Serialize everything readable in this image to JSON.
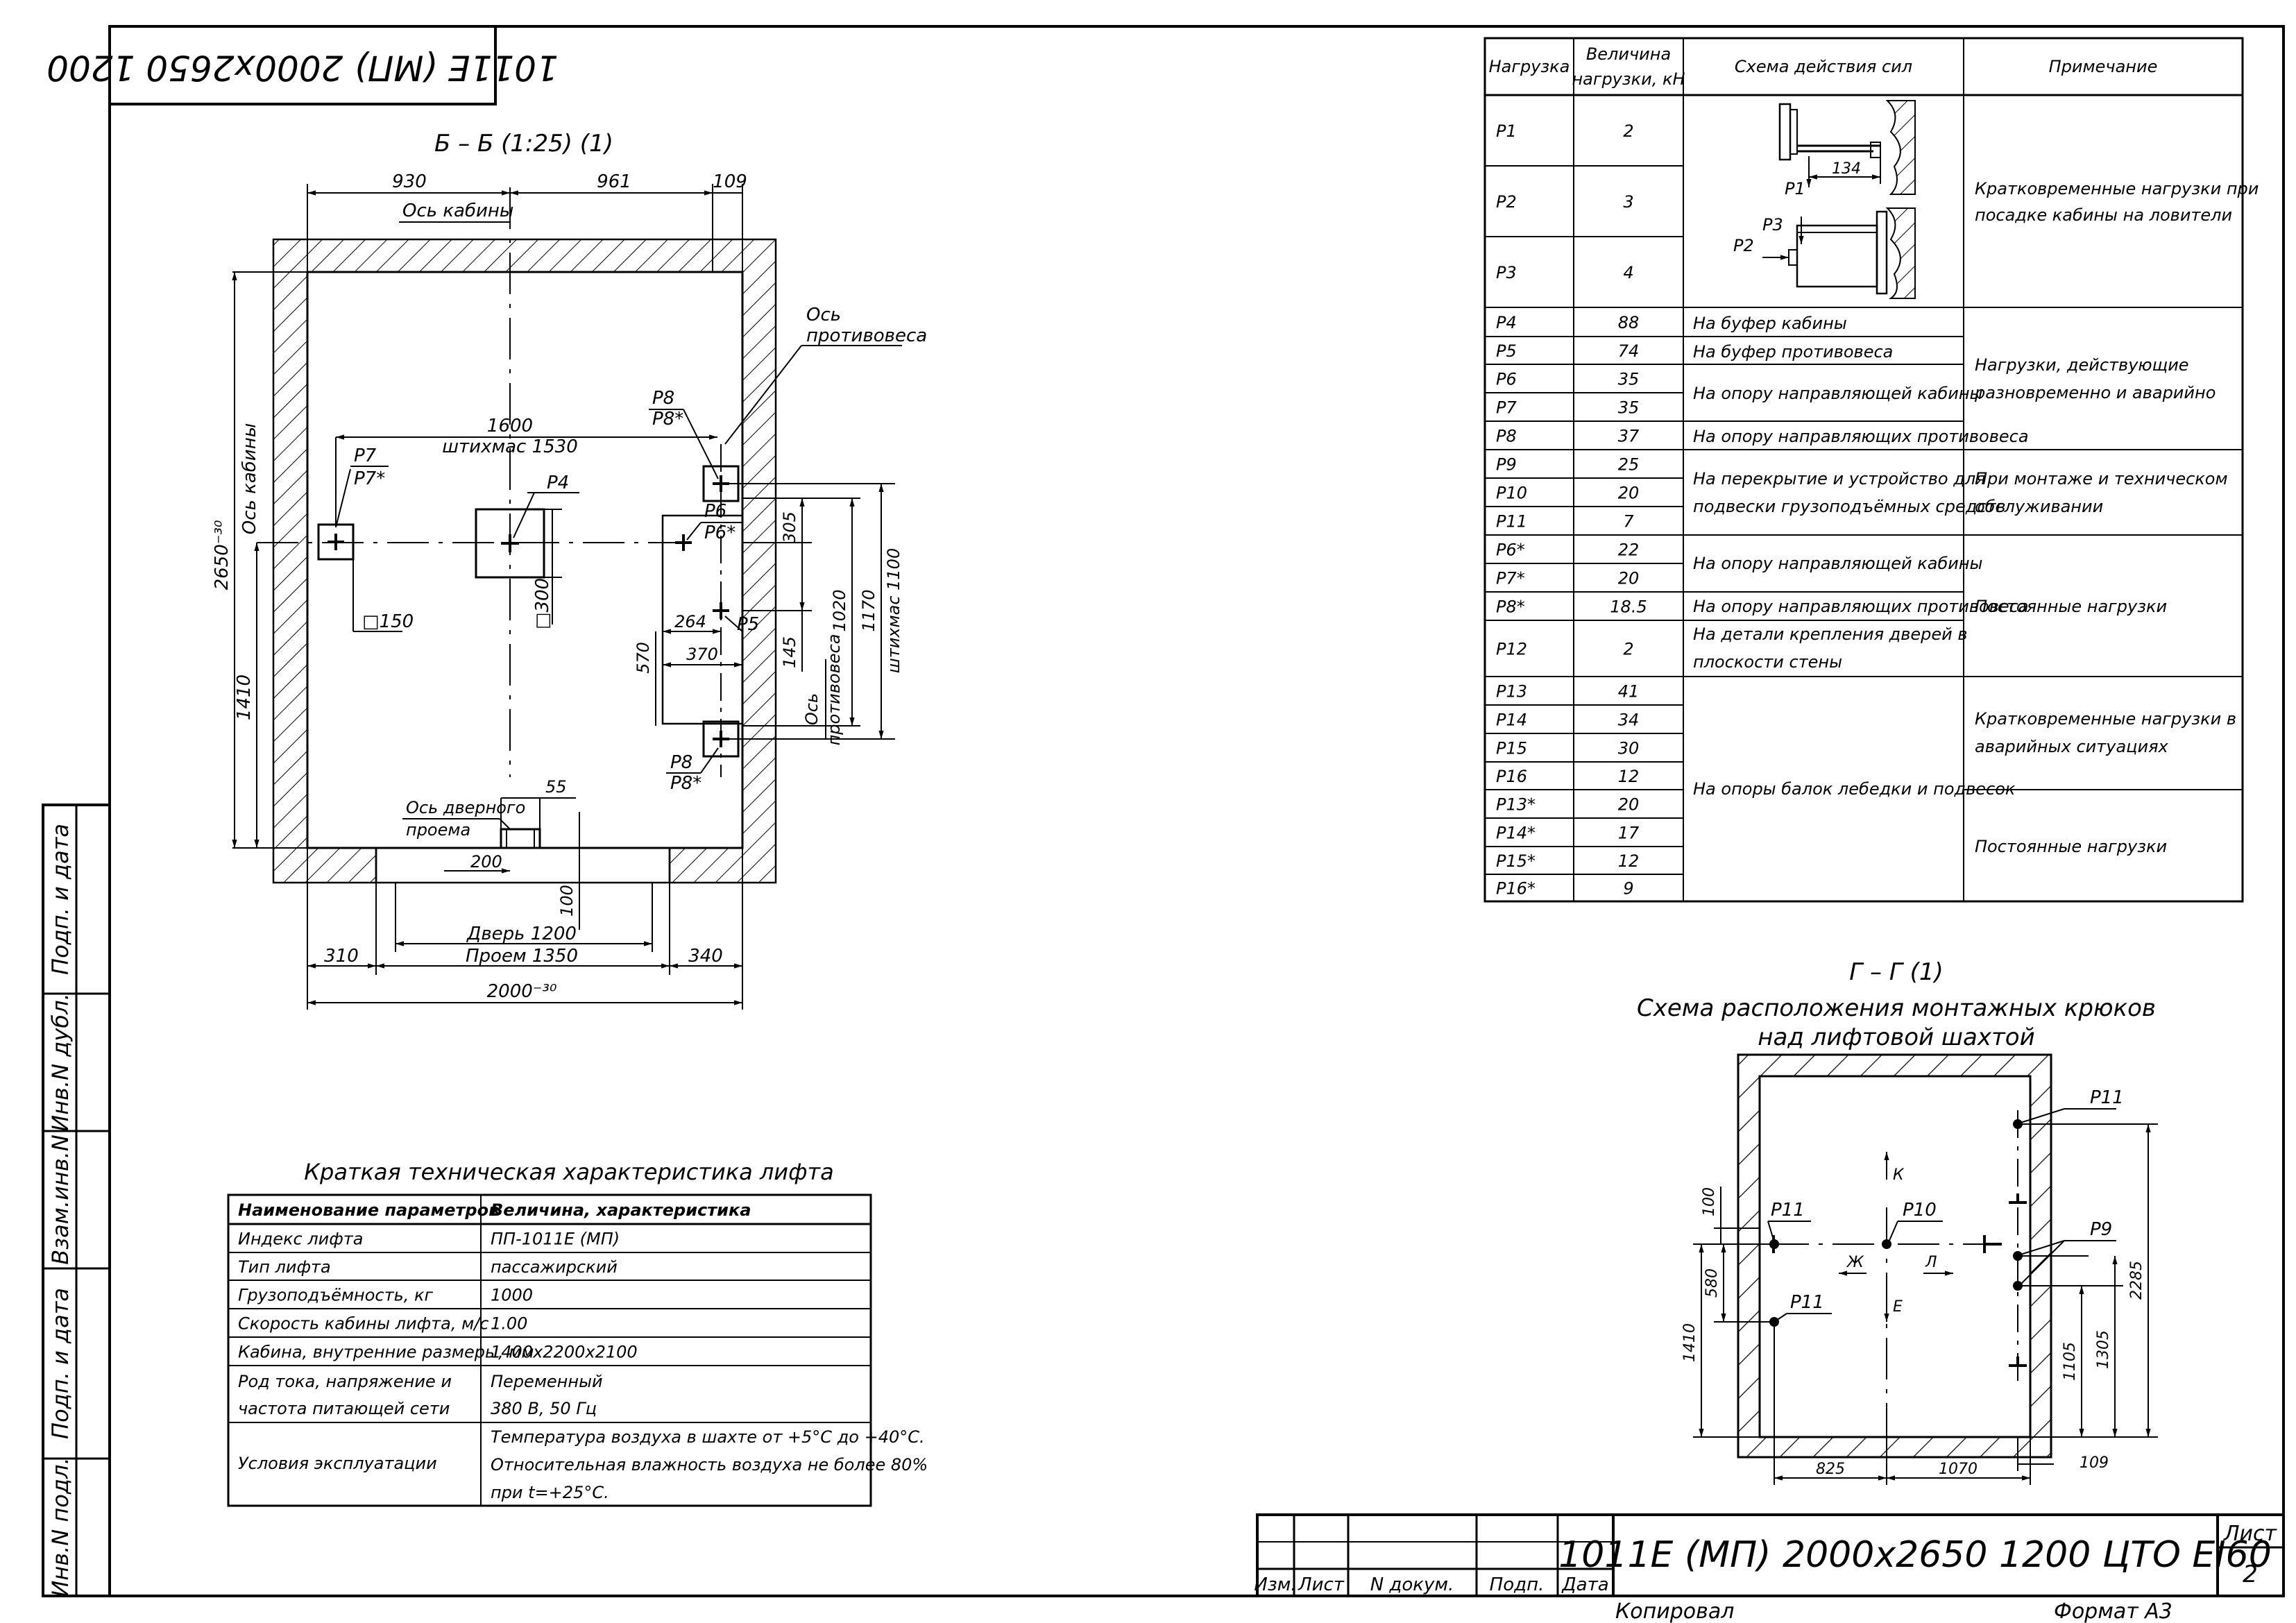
{
  "stamp": {
    "text": "1011E (МП) 2000x2650 1200"
  },
  "section_bb": {
    "title": "Б – Б (1:25) (1)",
    "dims": {
      "d930": "930",
      "d961": "961",
      "d109": "109",
      "d1600": "1600",
      "shtihmas1530": "штихмас 1530",
      "d305": "305",
      "d1020": "1020",
      "d1170": "1170",
      "shtihmas1100": "штихмас 1100",
      "d2650": "2650⁻³⁰",
      "d1410": "1410",
      "d264": "264",
      "d370": "370",
      "d570": "570",
      "d145": "145",
      "sq150": "□150",
      "sq300": "□300",
      "d55": "55",
      "d200": "200",
      "d100": "100",
      "door1200": "Дверь 1200",
      "opening1350": "Проем 1350",
      "d310": "310",
      "d340": "340",
      "d2000": "2000⁻³⁰"
    },
    "labels": {
      "car_axis": "Ось кабины",
      "car_axis_v": "Ось кабины",
      "cw_axis1": "Ось",
      "cw_axis2": "противовеса",
      "cw_axis_v1": "Ось",
      "cw_axis_v2": "противовеса",
      "door_axis1": "Ось дверного",
      "door_axis2": "проема",
      "p7": "P7",
      "p7s": "P7*",
      "p4": "P4",
      "p8a": "P8",
      "p8as": "P8*",
      "p6": "P6",
      "p6s": "P6*",
      "p5": "P5",
      "p8b": "P8",
      "p8bs": "P8*"
    }
  },
  "loads_table": {
    "headers": [
      "Нагрузка",
      "Величина",
      "нагрузки, кН",
      "Схема действия сил",
      "Примечание"
    ],
    "rows": [
      {
        "load": "P1",
        "value": "2"
      },
      {
        "load": "P2",
        "value": "3"
      },
      {
        "load": "P3",
        "value": "4"
      },
      {
        "load": "P4",
        "value": "88"
      },
      {
        "load": "P5",
        "value": "74"
      },
      {
        "load": "P6",
        "value": "35"
      },
      {
        "load": "P7",
        "value": "35"
      },
      {
        "load": "P8",
        "value": "37"
      },
      {
        "load": "P9",
        "value": "25"
      },
      {
        "load": "P10",
        "value": "20"
      },
      {
        "load": "P11",
        "value": "7"
      },
      {
        "load": "P6*",
        "value": "22"
      },
      {
        "load": "P7*",
        "value": "20"
      },
      {
        "load": "P8*",
        "value": "18.5"
      },
      {
        "load": "P12",
        "value": "2"
      },
      {
        "load": "P13",
        "value": "41"
      },
      {
        "load": "P14",
        "value": "34"
      },
      {
        "load": "P15",
        "value": "30"
      },
      {
        "load": "P16",
        "value": "12"
      },
      {
        "load": "P13*",
        "value": "20"
      },
      {
        "load": "P14*",
        "value": "17"
      },
      {
        "load": "P15*",
        "value": "12"
      },
      {
        "load": "P16*",
        "value": "9"
      }
    ],
    "schemes": {
      "s_p4": "На буфер кабины",
      "s_p5": "На буфер противовеса",
      "s_p67": "На опору направляющей кабины",
      "s_p8": "На опору направляющих противовеса",
      "s_p9_1": "На перекрытие и устройство для",
      "s_p9_2": "подвески грузоподъёмных средств",
      "s_p67s": "На опору направляющей кабины",
      "s_p8s": "На опору направляющих противовеса",
      "s_p12_1": "На детали крепления дверей в",
      "s_p12_2": "плоскости стены",
      "s_p13": "На опоры балок лебедки и подвесок"
    },
    "diagram": {
      "d134": "134",
      "p1": "P1",
      "p2": "P2",
      "p3": "P3"
    },
    "notes": {
      "n1_1": "Кратковременные нагрузки при",
      "n1_2": "посадке кабины на ловители",
      "n2_1": "Нагрузки, действующие",
      "n2_2": "разновременно и аварийно",
      "n3_1": "При монтаже и техническом",
      "n3_2": "обслуживании",
      "n4": "Постоянные нагрузки",
      "n5_1": "Кратковременные нагрузки в",
      "n5_2": "аварийных ситуациях",
      "n6": "Постоянные нагрузки"
    }
  },
  "section_gg": {
    "title": "Г – Г (1)",
    "subtitle1": "Схема расположения монтажных крюков",
    "subtitle2": "над лифтовой шахтой",
    "labels": {
      "p11a": "P11",
      "p11b": "P11",
      "p11c": "P11",
      "p10": "P10",
      "p9": "P9",
      "k": "К",
      "zh": "Ж",
      "l": "Л",
      "e": "Е"
    },
    "dims": {
      "d100": "100",
      "d580": "580",
      "d1410": "1410",
      "d2285": "2285",
      "d1105": "1105",
      "d1305": "1305",
      "d825": "825",
      "d1070": "1070",
      "d109": "109"
    }
  },
  "specs": {
    "title": "Краткая техническая характеристика лифта",
    "header": [
      "Наименование параметров",
      "Величина, характеристика"
    ],
    "rows": [
      {
        "name": "Индекс лифта",
        "value": "ПП-1011Е (МП)"
      },
      {
        "name": "Тип лифта",
        "value": "пассажирский"
      },
      {
        "name": "Грузоподъёмность, кг",
        "value": "1000"
      },
      {
        "name": "Скорость кабины лифта, м/с",
        "value": "1.00"
      },
      {
        "name": "Кабина, внутренние размеры, мм",
        "value": "1400x2200x2100"
      }
    ],
    "current_name1": "Род тока, напряжение и",
    "current_name2": "частота питающей сети",
    "current_value1": "Переменный",
    "current_value2": "380 В, 50 Гц",
    "cond_name": "Условия эксплуатации",
    "cond_value1": "Температура воздуха в шахте от +5°С до +40°С.",
    "cond_value2": "Относительная влажность воздуха не более 80%",
    "cond_value3": "при t=+25°С."
  },
  "side_stamps": [
    "Подп. и дата",
    "Инв.N дубл.",
    "Взам.инв.N",
    "Подп. и дата",
    "Инв.N подл."
  ],
  "title_block": {
    "cols": [
      "Изм.",
      "Лист",
      "N докум.",
      "Подп.",
      "Дата"
    ],
    "designation": "1011E (МП) 2000x2650 1200 ЦТО EI60",
    "sheet_label": "Лист",
    "sheet_number": "2"
  },
  "footer": {
    "copied": "Копировал",
    "format": "Формат А3"
  }
}
